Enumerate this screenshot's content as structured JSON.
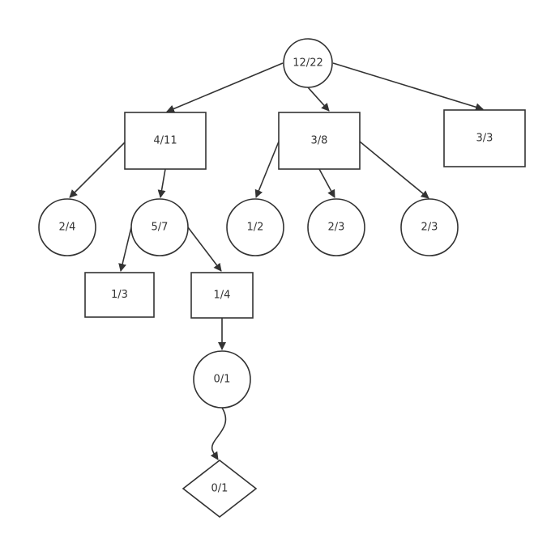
{
  "colors": {
    "stroke": "#333333",
    "fill": "#ffffff",
    "text": "#333333"
  },
  "nodes": [
    {
      "id": "n1",
      "shape": "circle",
      "label": "12/22"
    },
    {
      "id": "n2",
      "shape": "rect",
      "label": "4/11"
    },
    {
      "id": "n3",
      "shape": "rect",
      "label": "3/8"
    },
    {
      "id": "n4",
      "shape": "rect",
      "label": "3/3"
    },
    {
      "id": "n5",
      "shape": "circle",
      "label": "2/4"
    },
    {
      "id": "n6",
      "shape": "circle",
      "label": "5/7"
    },
    {
      "id": "n7",
      "shape": "circle",
      "label": "1/2"
    },
    {
      "id": "n8",
      "shape": "circle",
      "label": "2/3"
    },
    {
      "id": "n9",
      "shape": "circle",
      "label": "2/3"
    },
    {
      "id": "n10",
      "shape": "rect",
      "label": "1/3"
    },
    {
      "id": "n11",
      "shape": "rect",
      "label": "1/4"
    },
    {
      "id": "n12",
      "shape": "circle",
      "label": "0/1"
    },
    {
      "id": "n13",
      "shape": "diamond",
      "label": "0/1"
    }
  ],
  "edges": [
    {
      "from": "n1",
      "to": "n2"
    },
    {
      "from": "n1",
      "to": "n3"
    },
    {
      "from": "n1",
      "to": "n4"
    },
    {
      "from": "n2",
      "to": "n5"
    },
    {
      "from": "n2",
      "to": "n6"
    },
    {
      "from": "n3",
      "to": "n7"
    },
    {
      "from": "n3",
      "to": "n8"
    },
    {
      "from": "n3",
      "to": "n9"
    },
    {
      "from": "n6",
      "to": "n10"
    },
    {
      "from": "n6",
      "to": "n11"
    },
    {
      "from": "n11",
      "to": "n12"
    },
    {
      "from": "n12",
      "to": "n13",
      "style": "wavy"
    }
  ]
}
